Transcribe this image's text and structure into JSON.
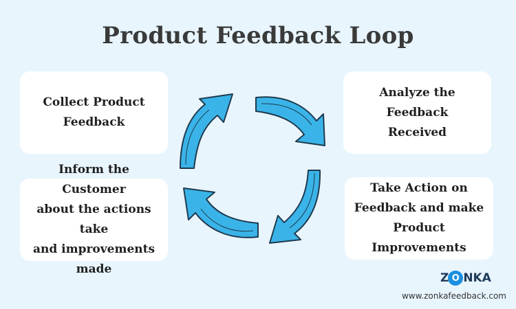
{
  "title": "Product Feedback Loop",
  "steps": {
    "collect": "Collect Product\nFeedback",
    "analyze": "Analyze the Feedback\nReceived",
    "action": "Take Action on\nFeedback and make\nProduct Improvements",
    "inform": "Inform the Customer\nabout the actions take\nand improvements\nmade"
  },
  "brand": {
    "logo_first": "Z",
    "logo_o": "O",
    "logo_rest": "NKA",
    "website": "www.zonkafeedback.com",
    "accent": "#1b8fe0"
  },
  "colors": {
    "background": "#e8f5fd",
    "arrow_fill": "#3ab4e8",
    "arrow_stroke": "#1e3a4f"
  }
}
